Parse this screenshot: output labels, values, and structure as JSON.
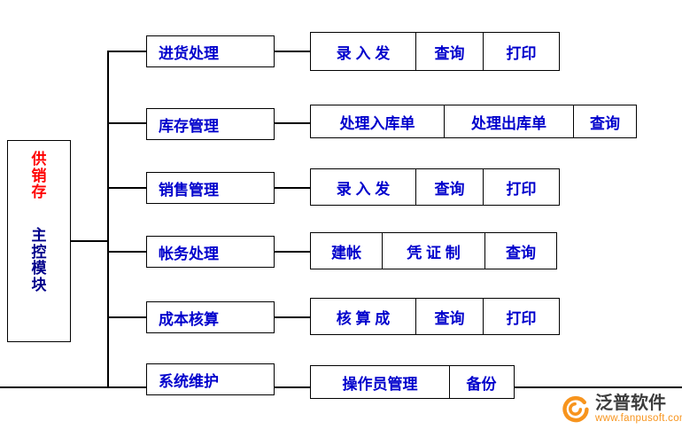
{
  "root_module": {
    "line1": "供销存",
    "line2": "主控模块"
  },
  "modules": [
    {
      "label": "进货处理",
      "items": [
        "录 入 发",
        "查询",
        "打印"
      ]
    },
    {
      "label": "库存管理",
      "items": [
        "处理入库单",
        "处理出库单",
        "查询"
      ]
    },
    {
      "label": "销售管理",
      "items": [
        "录 入 发",
        "查询",
        "打印"
      ]
    },
    {
      "label": "帐务处理",
      "items": [
        "建帐",
        "凭 证 制",
        "查询"
      ]
    },
    {
      "label": "成本核算",
      "items": [
        "核 算 成",
        "查询",
        "打印"
      ]
    },
    {
      "label": "系统维护",
      "items": [
        "操作员管理",
        "备份"
      ]
    }
  ],
  "logo": {
    "name": "泛普软件",
    "url": "www.fanpusoft.com"
  },
  "colors": {
    "box_text_blue": "#0000cc",
    "root_text_red": "#ff0000",
    "root_text_navy": "#00008b",
    "logo_orange": "#f7941d",
    "line_black": "#000000"
  }
}
